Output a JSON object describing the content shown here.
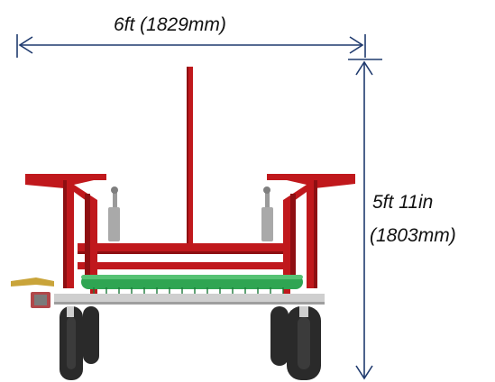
{
  "dimensions": {
    "width_label": "6ft (1829mm)",
    "height_label_line1": "5ft 11in",
    "height_label_line2": "(1803mm)"
  },
  "colors": {
    "frame_red": "#c0181c",
    "frame_red_dark": "#8e0f12",
    "roller_green": "#2fa552",
    "steel_grey": "#b8b8b8",
    "tire_black": "#2a2a2a",
    "hub_grey": "#cfcfcf",
    "dimension_line": "#1f3a6e",
    "hitch_yellow": "#c9a43a"
  }
}
